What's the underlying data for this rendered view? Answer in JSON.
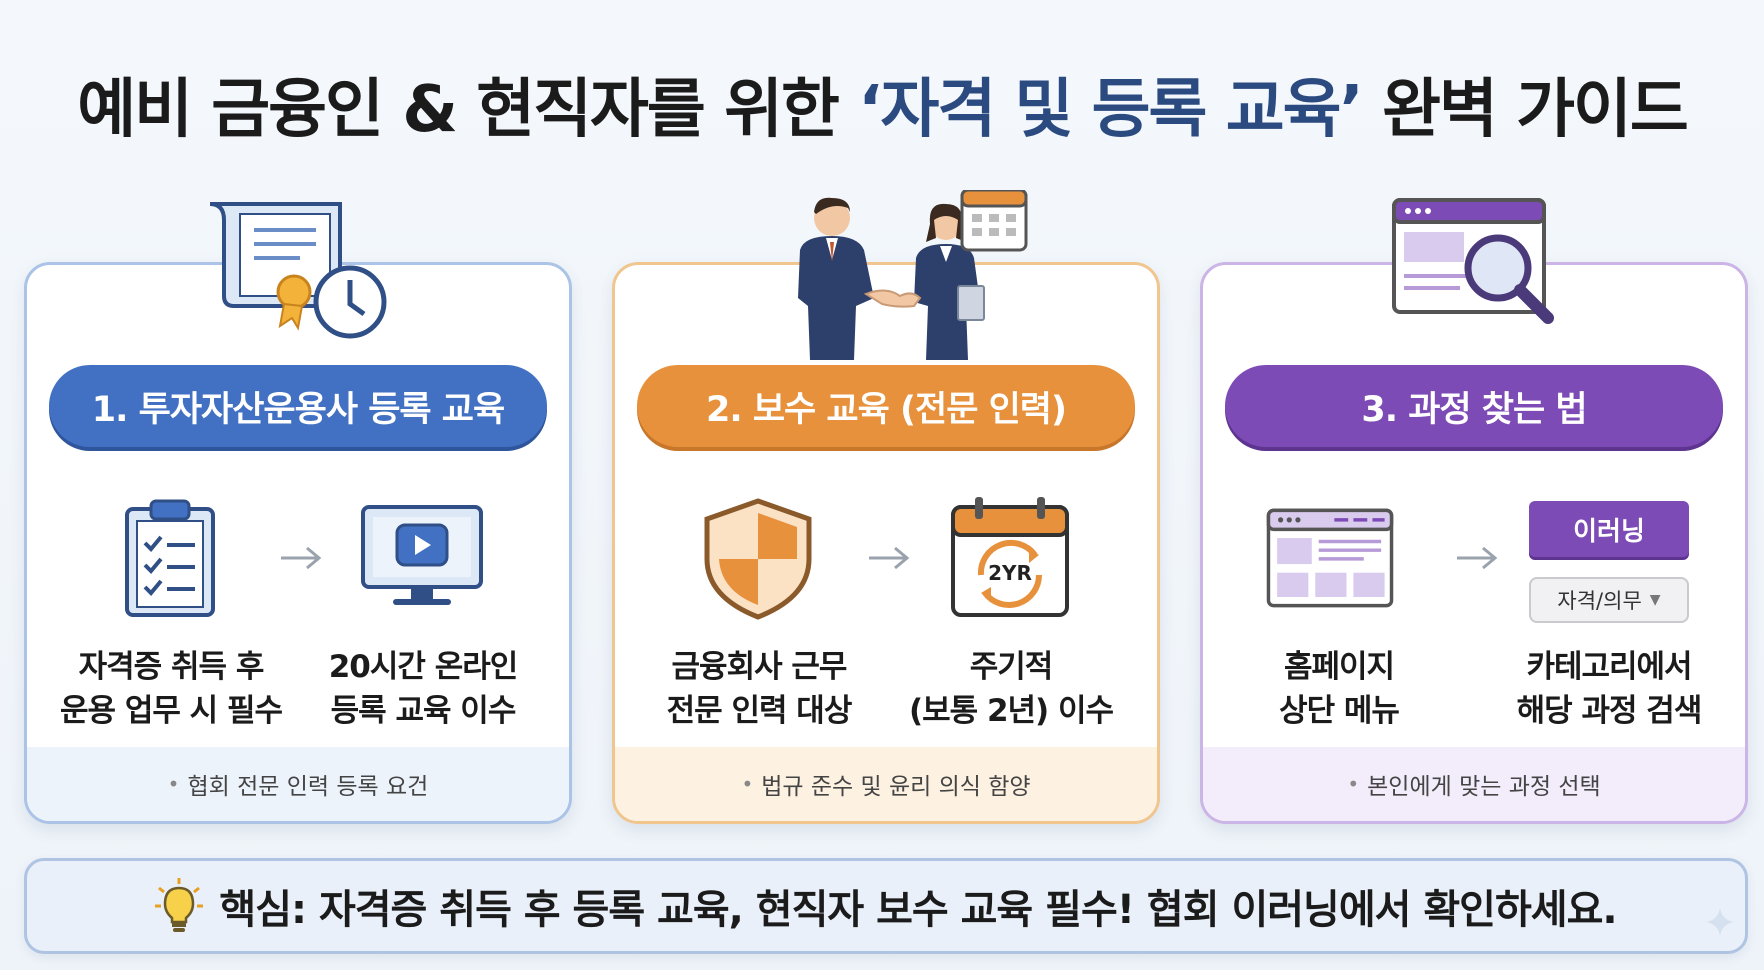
{
  "title": {
    "prefix": "예비 금융인 & 현직자를 위한 ",
    "highlight": "‘자격 및 등록 교육’",
    "suffix": " 완벽 가이드"
  },
  "colors": {
    "blue": "#4271c3",
    "orange": "#e8913c",
    "purple": "#7d4bb5",
    "title_highlight": "#2a4a80"
  },
  "cards": [
    {
      "header": "1. 투자자산운용사 등록 교육",
      "top_icon": "certificate-clock-icon",
      "steps": [
        {
          "icon": "clipboard-checklist-icon",
          "line1": "자격증 취득 후",
          "line2": "운용 업무 시 필수"
        },
        {
          "icon": "monitor-play-icon",
          "line1": "20시간 온라인",
          "line2": "등록 교육 이수"
        }
      ],
      "footer": "협회 전문 인력 등록 요건"
    },
    {
      "header": "2. 보수 교육 (전문 인력)",
      "top_icon": "handshake-calendar-icon",
      "steps": [
        {
          "icon": "shield-icon",
          "line1": "금융회사 근무",
          "line2": "전문 인력 대상"
        },
        {
          "icon": "calendar-2yr-icon",
          "line1": "주기적",
          "line2": "(보통 2년) 이수",
          "badge": "2YR"
        }
      ],
      "footer": "법규 준수 및 윤리 의식 함양"
    },
    {
      "header": "3. 과정 찾는 법",
      "top_icon": "browser-magnifier-icon",
      "steps": [
        {
          "icon": "homepage-layout-icon",
          "line1": "홈페이지",
          "line2": "상단 메뉴"
        },
        {
          "icon": "elearning-menu-icon",
          "line1": "카테고리에서",
          "line2": "해당 과정 검색"
        }
      ],
      "menu_button": "이러닝",
      "menu_select": "자격/의무",
      "footer": "본인에게 맞는 과정 선택"
    }
  ],
  "key_banner": {
    "icon": "lightbulb-icon",
    "text": "핵심: 자격증 취득 후 등록 교육, 현직자 보수 교육 필수! 협회 이러닝에서 확인하세요."
  }
}
